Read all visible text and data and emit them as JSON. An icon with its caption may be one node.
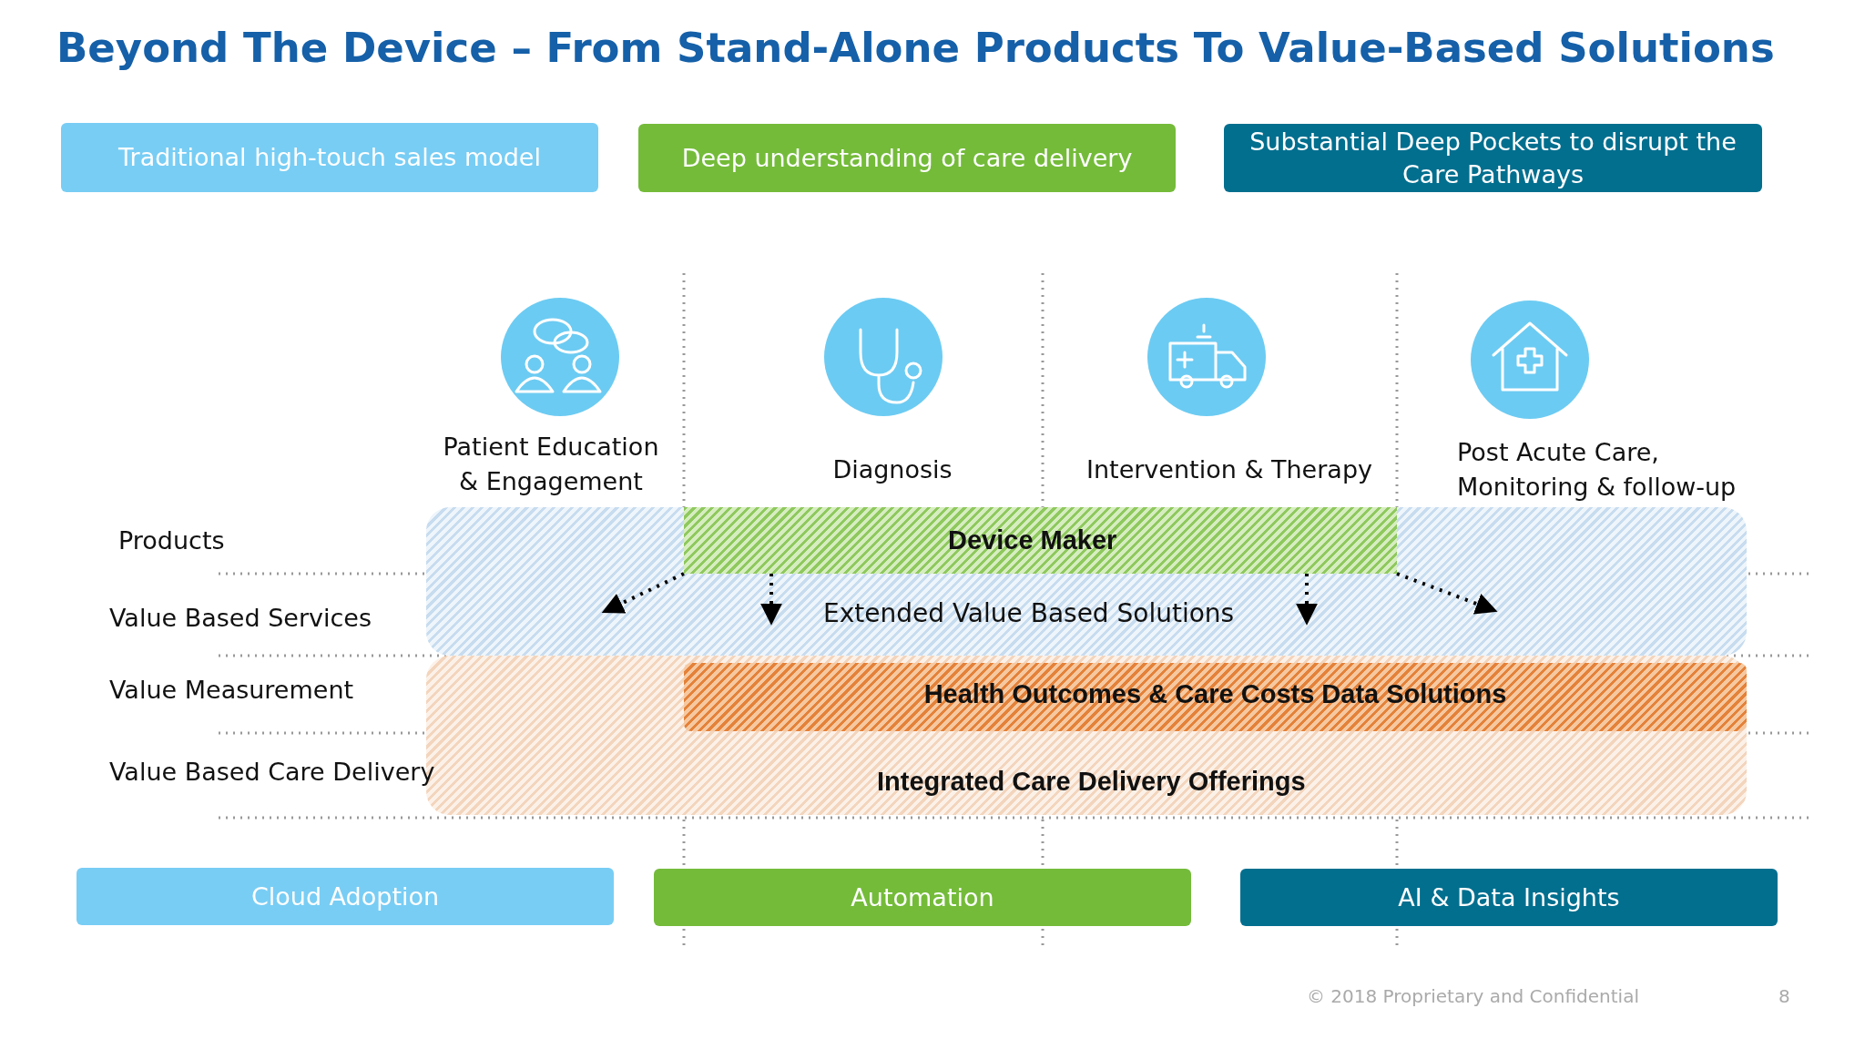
{
  "diagram": {
    "title": "Beyond The Device – From Stand-Alone Products To Value-Based Solutions",
    "nodes": [
      {
        "text": [
          "Traditional high-touch sales model"
        ]
      },
      {
        "text": [
          "Deep understanding of care delivery"
        ]
      },
      {
        "text": [
          "Substantial Deep Pockets to disrupt the Care Pathways"
        ]
      },
      {
        "text": [
          "Extended Value Based Solutions"
        ]
      },
      {
        "text": [
          "Device Maker"
        ],
        "in": 3
      },
      {
        "text": [
          "Integrated Care Delivery Offerings"
        ]
      },
      {
        "text": [
          "Health Outcomes & Care Costs Data Solutions"
        ],
        "in": 5
      },
      {
        "text": [
          "Cloud Adoption"
        ]
      },
      {
        "text": [
          "Automation"
        ]
      },
      {
        "text": [
          "AI & Data Insights"
        ]
      }
    ],
    "edges": [
      {
        "from": 4,
        "to": null,
        "arrow": "to",
        "style": "dashed"
      },
      {
        "from": 4,
        "to": null,
        "arrow": "to",
        "style": "dashed"
      },
      {
        "from": 4,
        "to": null,
        "arrow": "to",
        "style": "dashed"
      },
      {
        "from": 4,
        "to": null,
        "arrow": "to",
        "style": "dashed"
      }
    ],
    "labels": [
      "Patient Education & Engagement",
      "Diagnosis",
      "Intervention & Therapy",
      "Post Acute Care, Monitoring & follow-up",
      "Products",
      "Value Based Services",
      "Value Measurement",
      "Value Based Care Delivery",
      "© 2018 Proprietary and Confidential",
      "8"
    ]
  }
}
